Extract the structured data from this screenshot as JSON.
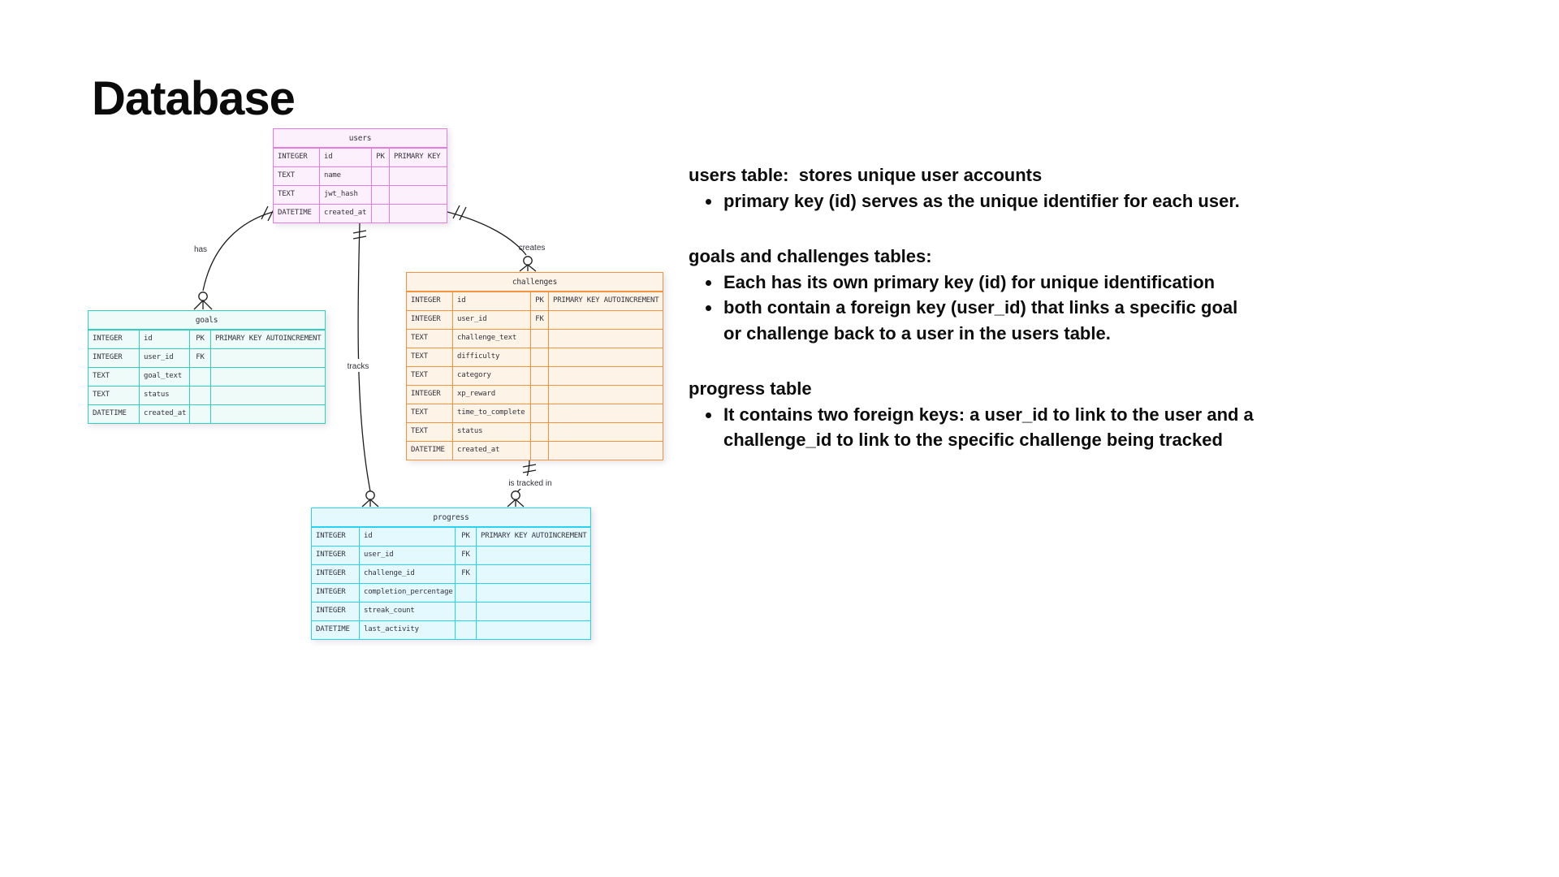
{
  "title": "Database",
  "diagram": {
    "tables": [
      {
        "id": "users",
        "header": "users",
        "border": "#E57CE0",
        "fill": "#FDF0FD",
        "rows": [
          [
            "INTEGER",
            "id",
            "PK",
            "PRIMARY KEY"
          ],
          [
            "TEXT",
            "name",
            "",
            ""
          ],
          [
            "TEXT",
            "jwt_hash",
            "",
            ""
          ],
          [
            "DATETIME",
            "created_at",
            "",
            ""
          ]
        ]
      },
      {
        "id": "goals",
        "header": "goals",
        "border": "#2FD0BE",
        "fill": "#EFFBF8",
        "rows": [
          [
            "INTEGER",
            "id",
            "PK",
            "PRIMARY KEY AUTOINCREMENT"
          ],
          [
            "INTEGER",
            "user_id",
            "FK",
            ""
          ],
          [
            "TEXT",
            "goal_text",
            "",
            ""
          ],
          [
            "TEXT",
            "status",
            "",
            ""
          ],
          [
            "DATETIME",
            "created_at",
            "",
            ""
          ]
        ]
      },
      {
        "id": "challenges",
        "header": "challenges",
        "border": "#F2943F",
        "fill": "#FDF3E7",
        "rows": [
          [
            "INTEGER",
            "id",
            "PK",
            "PRIMARY KEY AUTOINCREMENT"
          ],
          [
            "INTEGER",
            "user_id",
            "FK",
            ""
          ],
          [
            "TEXT",
            "challenge_text",
            "",
            ""
          ],
          [
            "TEXT",
            "difficulty",
            "",
            ""
          ],
          [
            "TEXT",
            "category",
            "",
            ""
          ],
          [
            "INTEGER",
            "xp_reward",
            "",
            ""
          ],
          [
            "TEXT",
            "time_to_complete",
            "",
            ""
          ],
          [
            "TEXT",
            "status",
            "",
            ""
          ],
          [
            "DATETIME",
            "created_at",
            "",
            ""
          ]
        ]
      },
      {
        "id": "progress",
        "header": "progress",
        "border": "#29D2F0",
        "fill": "#E4F9FD",
        "rows": [
          [
            "INTEGER",
            "id",
            "PK",
            "PRIMARY KEY AUTOINCREMENT"
          ],
          [
            "INTEGER",
            "user_id",
            "FK",
            ""
          ],
          [
            "INTEGER",
            "challenge_id",
            "FK",
            ""
          ],
          [
            "INTEGER",
            "completion_percentage",
            "",
            ""
          ],
          [
            "INTEGER",
            "streak_count",
            "",
            ""
          ],
          [
            "DATETIME",
            "last_activity",
            "",
            ""
          ]
        ]
      }
    ],
    "relationships": [
      {
        "from": "users",
        "to": "goals",
        "label": "has",
        "from_cardinality": "one-and-only-one",
        "to_cardinality": "zero-or-many"
      },
      {
        "from": "users",
        "to": "challenges",
        "label": "creates",
        "from_cardinality": "one-and-only-one",
        "to_cardinality": "zero-or-many"
      },
      {
        "from": "users",
        "to": "progress",
        "label": "tracks",
        "from_cardinality": "one-and-only-one",
        "to_cardinality": "zero-or-many"
      },
      {
        "from": "challenges",
        "to": "progress",
        "label": "is tracked in",
        "from_cardinality": "one-and-only-one",
        "to_cardinality": "zero-or-many"
      }
    ]
  },
  "notes": {
    "sections": [
      {
        "heading": "users table:  stores unique user accounts",
        "bullets": [
          "primary key (id) serves as the unique identifier for each user."
        ]
      },
      {
        "heading": "goals and challenges tables:",
        "bullets": [
          "Each has its own primary key (id) for unique identification",
          "both contain a foreign key (user_id) that links a specific goal or challenge back to a user in the users table."
        ]
      },
      {
        "heading": "progress table",
        "bullets": [
          "It contains two foreign keys: a user_id to link to the user and a challenge_id to link to the specific challenge being tracked"
        ]
      }
    ]
  }
}
